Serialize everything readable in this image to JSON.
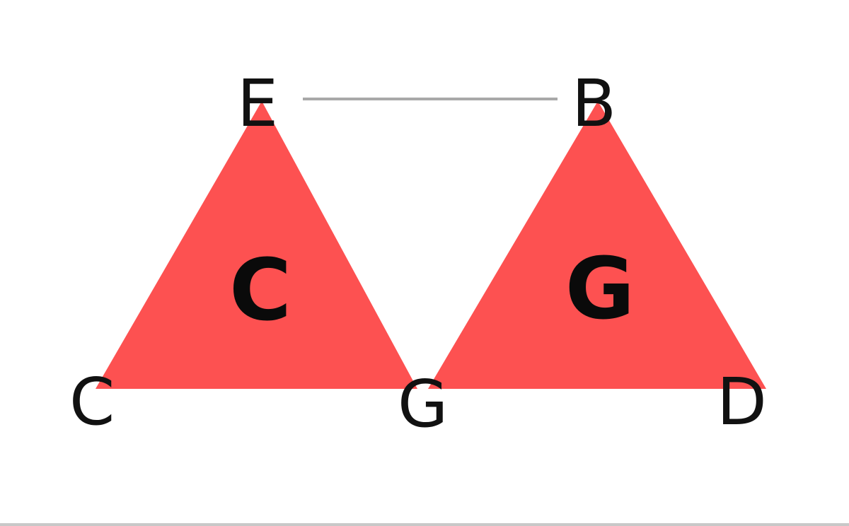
{
  "diagram": {
    "fill_color": "#fd5151",
    "edge_color": "#a8a8a8",
    "text_color": "#111111",
    "vertex_labels": {
      "E": "E",
      "B": "B",
      "C": "C",
      "G": "G",
      "D": "D"
    },
    "triangles": [
      {
        "center_label": "C"
      },
      {
        "center_label": "G"
      }
    ]
  }
}
